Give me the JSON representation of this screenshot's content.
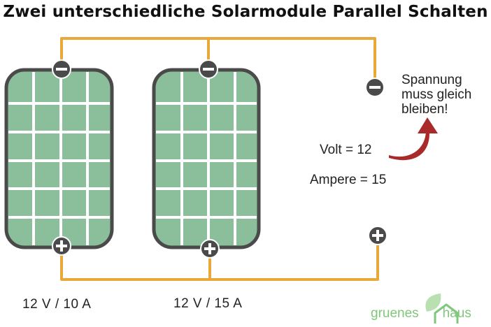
{
  "title": "Zwei unterschiedliche Solarmodule Parallel Schalten",
  "note": {
    "line1": "Spannung",
    "line2": "muss gleich",
    "line3": "bleiben!"
  },
  "result": {
    "volt": "Volt = 12",
    "ampere": "Ampere = 15"
  },
  "panels": [
    {
      "label": "12 V / 10 A"
    },
    {
      "label": "12 V / 15 A"
    }
  ],
  "terminals": {
    "minus_symbol": "−",
    "plus_symbol": "+"
  },
  "logo": {
    "word1": "gruenes",
    "word2": "haus"
  },
  "colors": {
    "wire": "#e8a93a",
    "panel_fill": "#8bbf9b",
    "panel_border": "#4a4a4a",
    "terminal": "#4a4a4a",
    "arrow": "#a82a2a",
    "logo": "#7fc77a"
  },
  "icons": [
    "minus-terminal-icon",
    "plus-terminal-icon",
    "curved-arrow-icon",
    "house-leaf-icon"
  ]
}
